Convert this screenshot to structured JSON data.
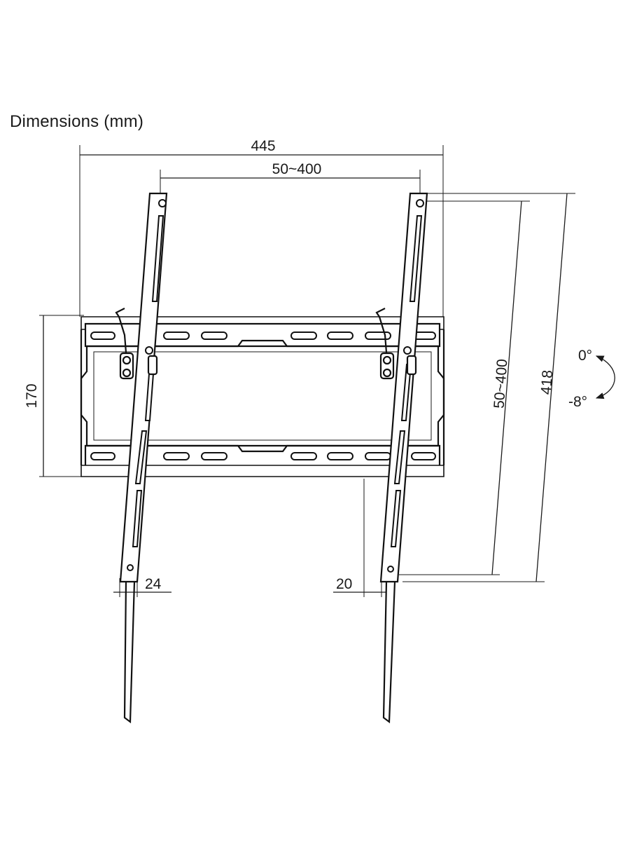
{
  "title": "Dimensions (mm)",
  "dimensions": {
    "overall_width": "445",
    "vesa_horizontal": "50~400",
    "wall_plate_height": "170",
    "vesa_vertical": "50~400",
    "arm_length": "418",
    "wall_distance_left": "24",
    "wall_distance_right": "20"
  },
  "tilt": {
    "max": "0°",
    "min": "-8°"
  },
  "colors": {
    "line": "#1a1a1a",
    "background": "#ffffff"
  }
}
